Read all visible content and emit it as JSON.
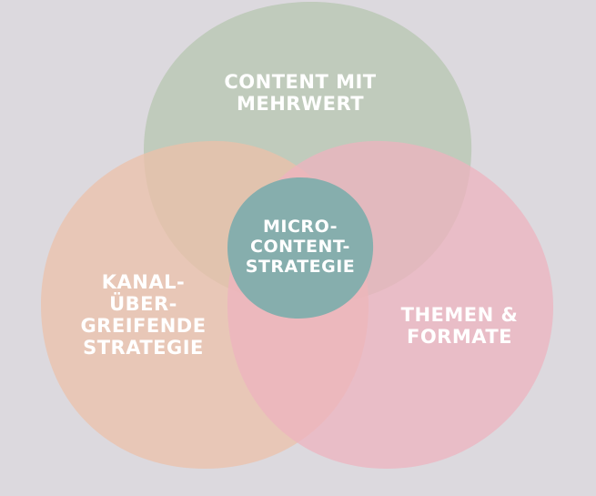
{
  "diagram": {
    "type": "venn",
    "circles": [
      {
        "label": "CONTENT MIT\nMEHRWERT",
        "color": "#b9c7b3"
      },
      {
        "label": "KANAL-\nÜBER-\nGREIFENDE\nSTRATEGIE",
        "color": "#ecc0a9"
      },
      {
        "label": "THEMEN &\nFORMATE",
        "color": "#eeb3bf"
      }
    ],
    "center": {
      "label": "MICRO-\nCONTENT-\nSTRATEGIE",
      "color": "#86aead"
    },
    "background": "#dcd9de"
  }
}
